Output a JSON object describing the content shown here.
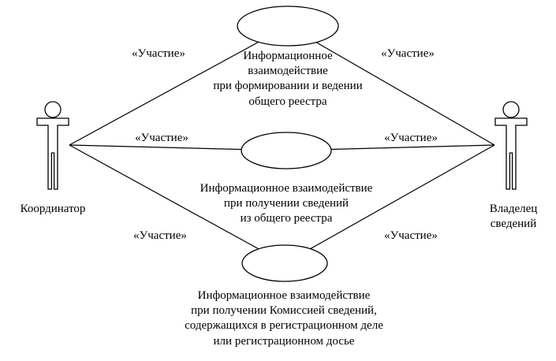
{
  "diagram": {
    "title": "Use case diagram: информационное взаимодействие",
    "colors": {
      "stroke": "#000000",
      "background": "#ffffff"
    },
    "actors": {
      "left": {
        "label": "Координатор"
      },
      "right": {
        "label": "Владелец\nсведений"
      }
    },
    "use_cases": [
      {
        "label": "Информационное\nвзаимодействие\nпри формировании и ведении\nобщего реестра"
      },
      {
        "label": "Информационное взаимодействие\nпри получении сведений\nиз общего реестра"
      },
      {
        "label": "Информационное взаимодействие\nпри получении Комиссией сведений,\nсодержащихся в регистрационном деле\nили регистрационном досье"
      }
    ],
    "edge_labels": [
      "«Участие»",
      "«Участие»",
      "«Участие»",
      "«Участие»",
      "«Участие»",
      "«Участие»"
    ]
  }
}
